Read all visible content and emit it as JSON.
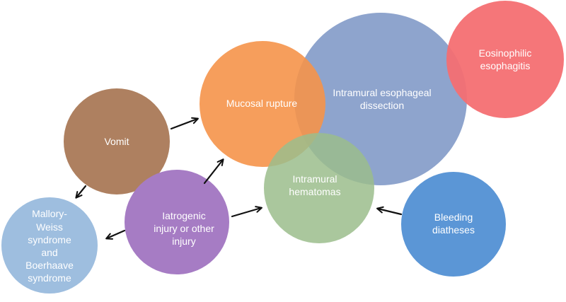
{
  "nodes": {
    "vomit": {
      "label": "Vomit",
      "color": "#ae8060"
    },
    "mucosal_rupture": {
      "label": "Mucosal rupture",
      "color": "#f5934a"
    },
    "intramural_dissection": {
      "label": "Intramural esophageal\ndissection",
      "color": "#8ea4cd"
    },
    "eosinophilic_esophagitis": {
      "label": "Eosinophilic\nesophagitis",
      "color": "#f46f72"
    },
    "intramural_hematomas": {
      "label": "Intramural\nhematomas",
      "color": "#9bbd8c"
    },
    "mallory_weiss": {
      "label": "Mallory-\nWeiss\nsyndrome\nand\nBoerhaave\nsyndrome",
      "color": "#9ebedf"
    },
    "iatrogenic_injury": {
      "label": "Iatrogenic\ninjury or other\ninjury",
      "color": "#a67cc4"
    },
    "bleeding_diatheses": {
      "label": "Bleeding\ndiatheses",
      "color": "#5b96d6"
    }
  },
  "edges": [
    {
      "from": "Vomit",
      "to": "Mucosal rupture"
    },
    {
      "from": "Vomit",
      "to": "Mallory-Weiss syndrome and Boerhaave syndrome"
    },
    {
      "from": "Iatrogenic injury or other injury",
      "to": "Mucosal rupture"
    },
    {
      "from": "Iatrogenic injury or other injury",
      "to": "Intramural hematomas"
    },
    {
      "from": "Iatrogenic injury or other injury",
      "to": "Mallory-Weiss syndrome and Boerhaave syndrome"
    },
    {
      "from": "Bleeding diatheses",
      "to": "Intramural hematomas"
    }
  ]
}
